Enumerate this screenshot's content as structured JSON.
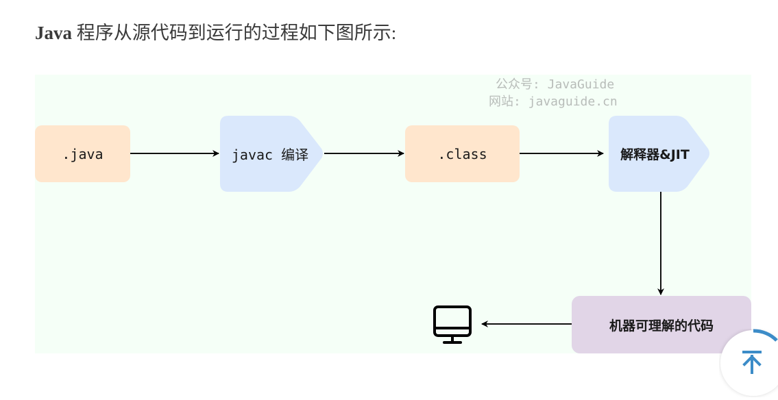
{
  "heading": {
    "bold": "Java",
    "text": " 程序从源代码到运行的过程如下图所示:"
  },
  "diagram": {
    "watermark": {
      "line1": "公众号: JavaGuide",
      "line2": "网站: javaguide.cn"
    },
    "nodes": {
      "source": ".java",
      "compile": "javac 编译",
      "bytecode": ".class",
      "interpreter": "解释器&JIT",
      "machine_code": "机器可理解的代码"
    },
    "colors": {
      "background": "#f5fff7",
      "file_node": "#ffe6cd",
      "process_node": "#dae8fc",
      "output_node": "#e1d5e7"
    }
  },
  "back_to_top": {
    "icon": "arrow-up-to-line-icon",
    "color": "#3c8cc8",
    "scroll_progress": 0.12
  }
}
